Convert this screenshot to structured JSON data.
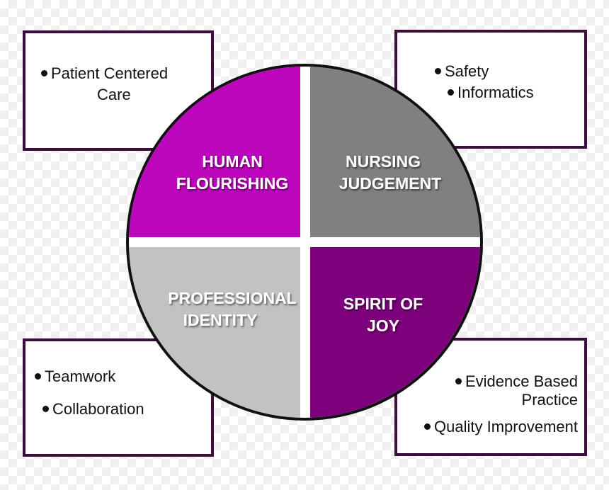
{
  "colors": {
    "human_flourishing": "#bc06bc",
    "nursing_judgement": "#808080",
    "professional_identity": "#c2c2c2",
    "spirit_of_joy": "#7d007d",
    "border": "#111111",
    "box_border": "#3d0d3d"
  },
  "quadrants": {
    "human_flourishing": {
      "line1": "HUMAN",
      "line2": "FLOURISHING"
    },
    "nursing_judgement": {
      "line1": "NURSING",
      "line2": "JUDGEMENT"
    },
    "professional_identity": {
      "line1": "PROFESSIONAL",
      "line2": "IDENTITY"
    },
    "spirit_of_joy": {
      "line1": "SPIRIT OF",
      "line2": "JOY"
    }
  },
  "boxes": {
    "top_left": {
      "items": [
        "Patient Centered",
        "Care"
      ]
    },
    "top_right": {
      "items": [
        "Safety",
        "Informatics"
      ]
    },
    "bottom_left": {
      "items": [
        "Teamwork",
        "Collaboration"
      ]
    },
    "bottom_right": {
      "items": [
        "Evidence Based",
        "Practice",
        "Quality Improvement"
      ]
    }
  }
}
